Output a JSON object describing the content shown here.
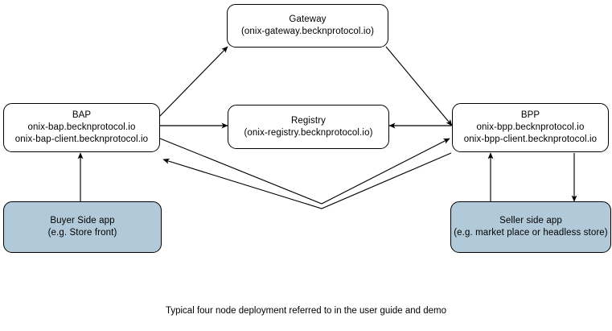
{
  "diagram": {
    "caption": "Typical four node deployment referred to in the user guide and demo",
    "colors": {
      "node_fill": "#ffffff",
      "app_fill": "#b1c9d8",
      "stroke": "#000000",
      "background": "#ffffff"
    },
    "nodes": [
      {
        "id": "gateway",
        "title": "Gateway",
        "subtitle": "(onix-gateway.becknprotocol.io)"
      },
      {
        "id": "registry",
        "title": "Registry",
        "subtitle": "(onix-registry.becknprotocol.io)"
      },
      {
        "id": "bap",
        "title": "BAP",
        "subtitle": "onix-bap.becknprotocol.io",
        "subtitle2": "onix-bap-client.becknprotocol.io"
      },
      {
        "id": "bpp",
        "title": "BPP",
        "subtitle": "onix-bpp.becknprotocol.io",
        "subtitle2": "onix-bpp-client.becknprotocol.io"
      },
      {
        "id": "buyer-app",
        "title": "Buyer Side app",
        "subtitle": "(e.g. Store front)"
      },
      {
        "id": "seller-app",
        "title": "Seller side app",
        "subtitle": "(e.g. market place or headless store)"
      }
    ],
    "edges": [
      {
        "id": "bap-to-gateway",
        "from": "bap",
        "to": "gateway",
        "direction": "forward"
      },
      {
        "id": "gateway-to-bpp",
        "from": "gateway",
        "to": "bpp",
        "direction": "forward"
      },
      {
        "id": "bap-to-registry",
        "from": "bap",
        "to": "registry",
        "direction": "forward"
      },
      {
        "id": "bpp-to-registry",
        "from": "bpp",
        "to": "registry",
        "direction": "forward"
      },
      {
        "id": "bap-to-bpp",
        "from": "bap",
        "to": "bpp",
        "direction": "forward"
      },
      {
        "id": "bpp-to-bap",
        "from": "bpp",
        "to": "bap",
        "direction": "forward"
      },
      {
        "id": "buyer-to-bap",
        "from": "buyer-app",
        "to": "bap",
        "direction": "forward"
      },
      {
        "id": "seller-to-bpp",
        "from": "seller-app",
        "to": "bpp",
        "direction": "forward"
      },
      {
        "id": "bpp-to-seller",
        "from": "bpp",
        "to": "seller-app",
        "direction": "forward"
      }
    ]
  }
}
